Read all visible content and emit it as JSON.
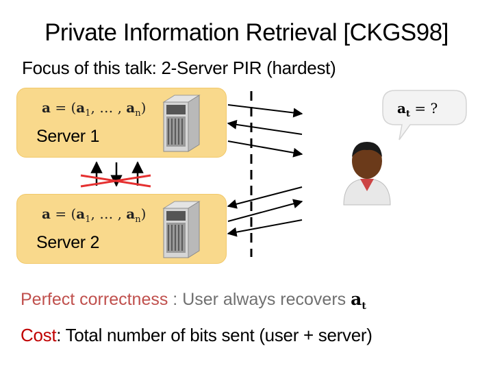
{
  "title": "Private Information Retrieval [CKGS98]",
  "subtitle": "Focus of this talk: 2-Server  PIR  (hardest)",
  "servers": [
    {
      "label": "Server 1",
      "formula_lhs": "a",
      "formula_eq": " = (",
      "a1": "a",
      "a1_sub": "1",
      "ellipsis": ", … , ",
      "an": "a",
      "an_sub": "n",
      "close": ")"
    },
    {
      "label": "Server 2",
      "formula_lhs": "a",
      "formula_eq": " = (",
      "a1": "a",
      "a1_sub": "1",
      "ellipsis": ", … , ",
      "an": "a",
      "an_sub": "n",
      "close": ")"
    }
  ],
  "bubble": {
    "var": "a",
    "var_sub": "t",
    "rest": " = ?"
  },
  "correctness": {
    "label": "Perfect correctness",
    "rest": " : User always  recovers ",
    "var": "a",
    "var_sub": "t"
  },
  "cost": {
    "label": "Cost",
    "rest": ": Total  number of bits sent (user + server)"
  },
  "colors": {
    "server_box": "#f9d98c",
    "accent_red": "#c00000",
    "gray_text": "#707070"
  },
  "icons": [
    "server-tower-icon",
    "user-avatar-icon",
    "speech-bubble-icon",
    "blocked-communication-icon"
  ]
}
